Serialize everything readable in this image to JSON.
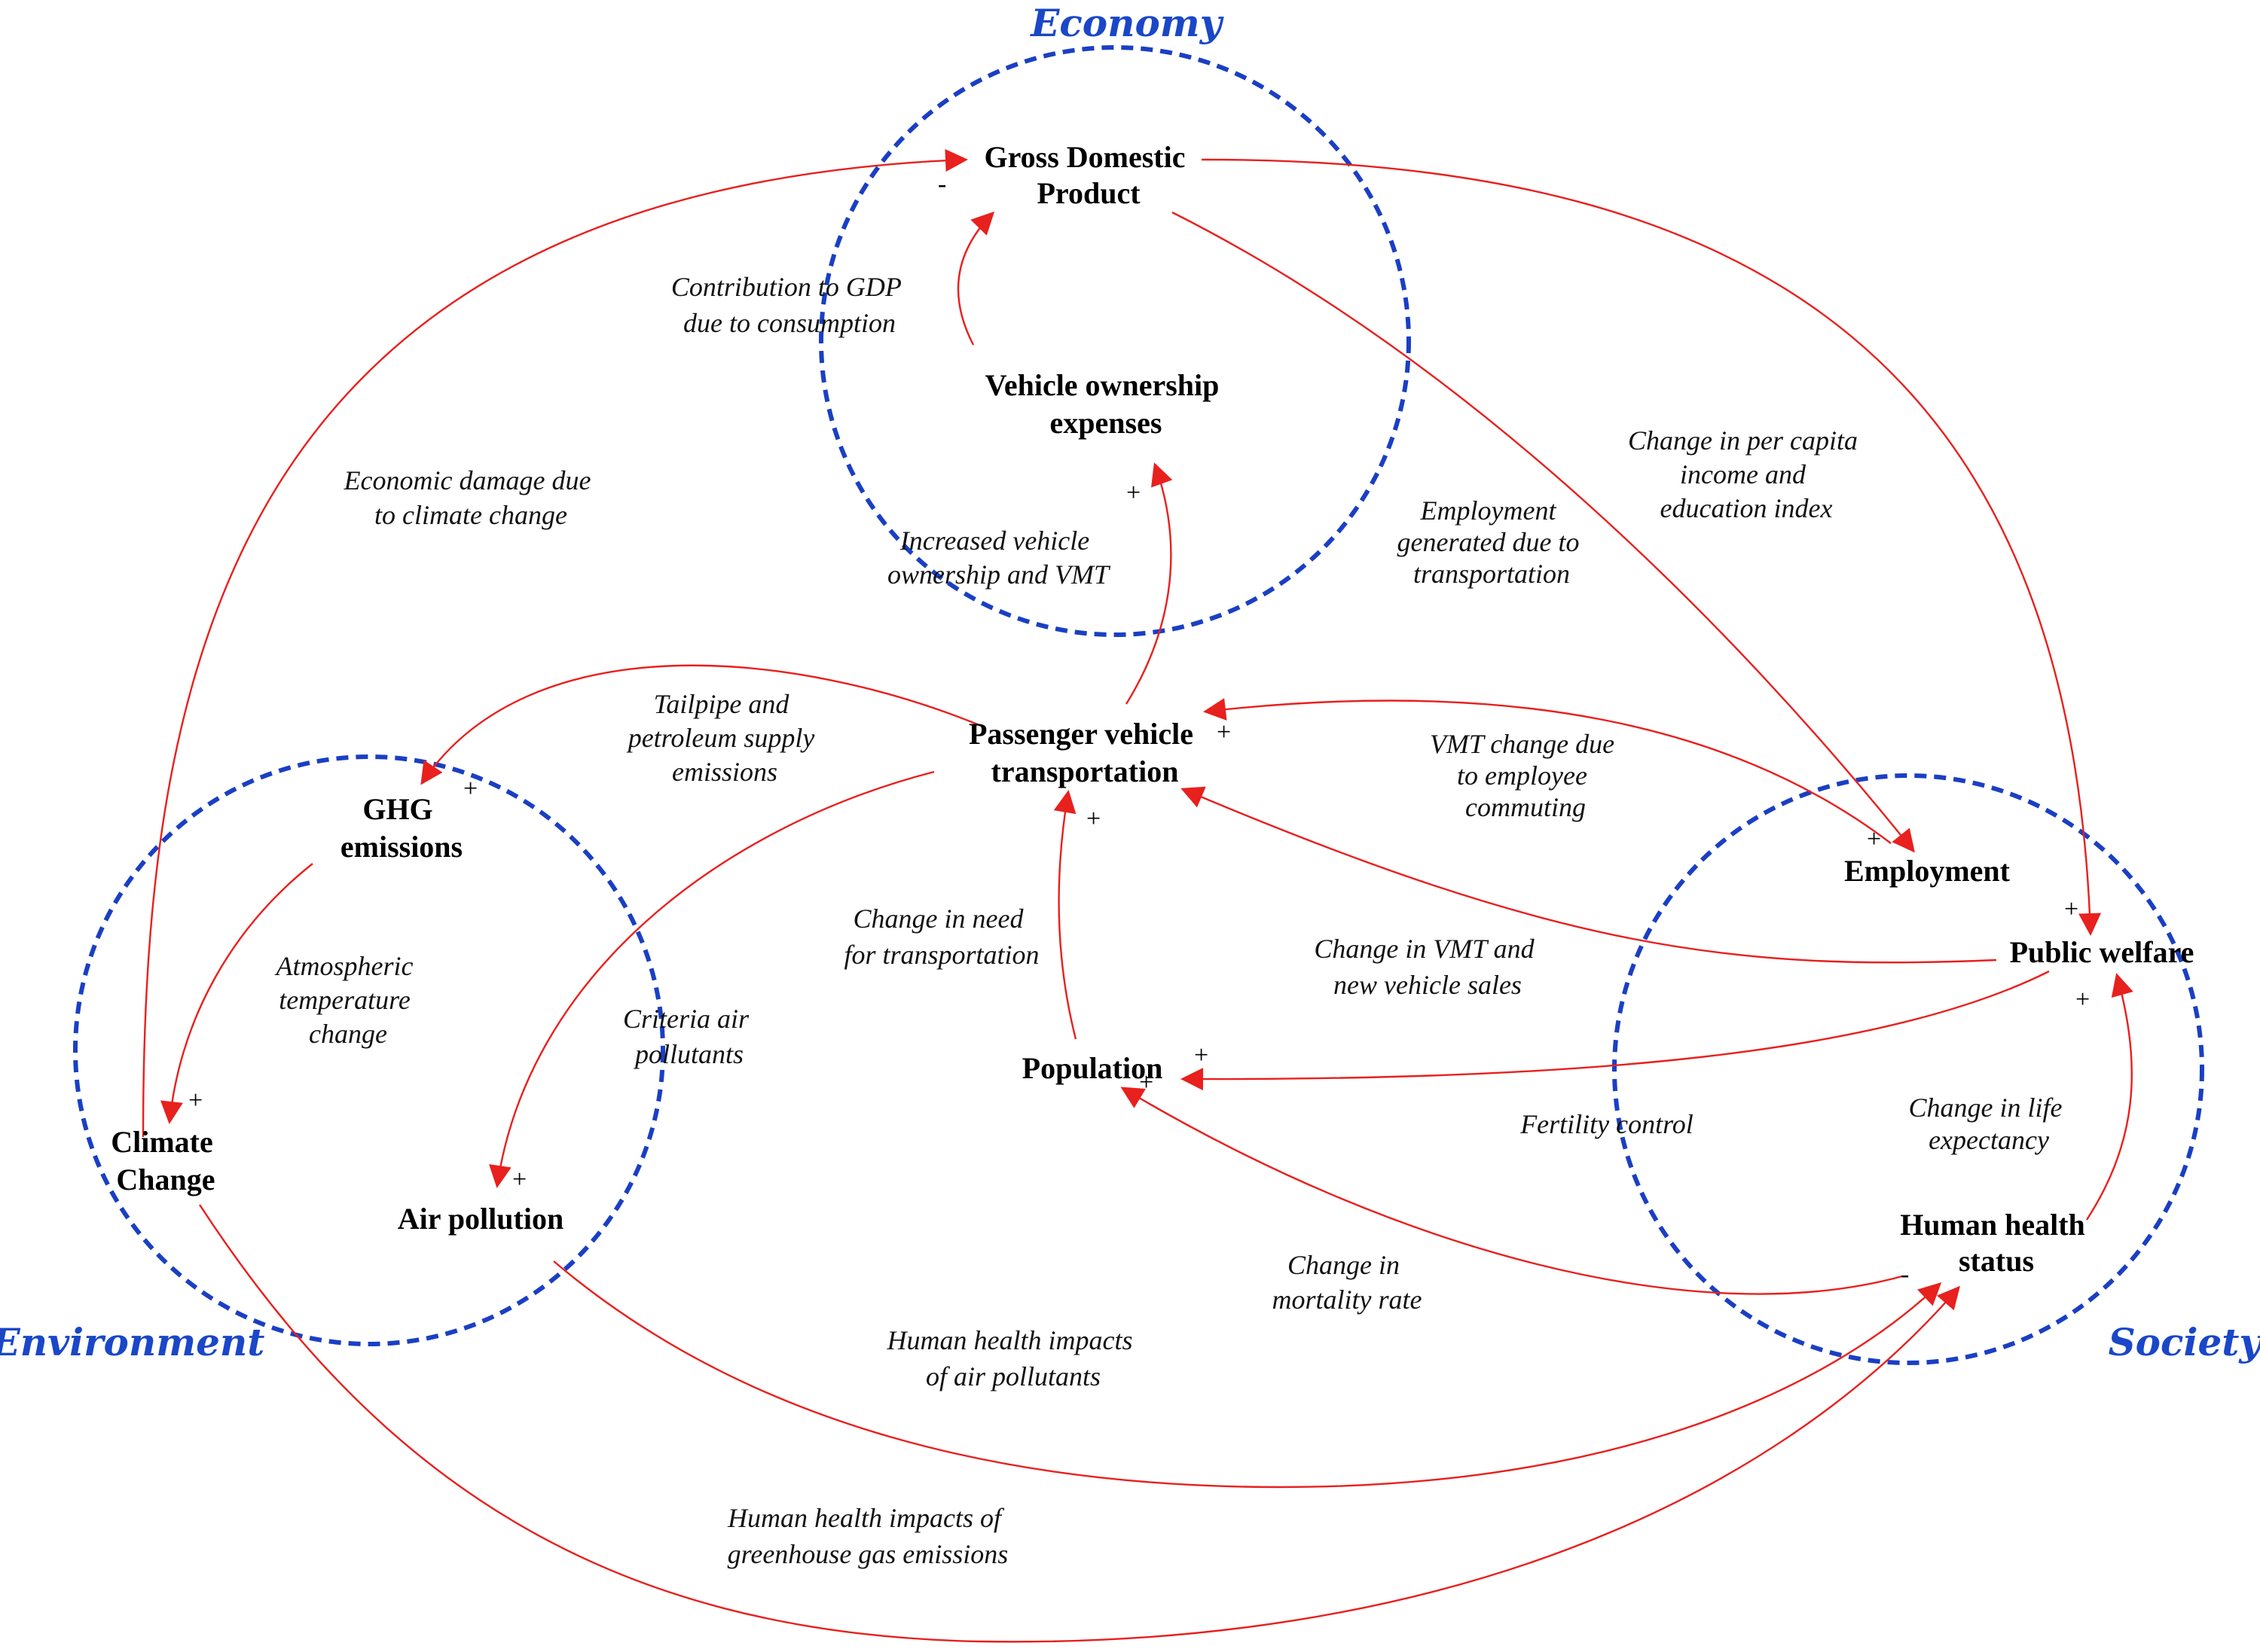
{
  "colors": {
    "domain_circle": "#1a3fc4",
    "domain_label": "#1a47c8",
    "arrow": "#e8201e",
    "text": "#000000"
  },
  "domains": {
    "economy": "Economy",
    "environment": "Environment",
    "society": "Society"
  },
  "nodes": {
    "gdp": [
      "Gross Domestic",
      "Product"
    ],
    "vehicle_expenses": [
      "Vehicle ownership",
      "expenses"
    ],
    "passenger_transport": [
      "Passenger vehicle",
      "transportation"
    ],
    "ghg": [
      "GHG",
      "emissions"
    ],
    "climate_change": [
      "Climate",
      "Change"
    ],
    "air_pollution": [
      "Air pollution"
    ],
    "population": [
      "Population"
    ],
    "employment": [
      "Employment"
    ],
    "public_welfare": [
      "Public welfare"
    ],
    "human_health": [
      "Human health",
      "status"
    ]
  },
  "links": {
    "contribution_gdp": [
      "Contribution to GDP",
      "due to consumption"
    ],
    "economic_damage": [
      "Economic damage due",
      "to climate change"
    ],
    "per_capita_income": [
      "Change in per capita",
      "income and",
      "education index"
    ],
    "employment_generated": [
      "Employment",
      "generated due to",
      "transportation"
    ],
    "increased_vmt": [
      "Increased vehicle",
      "ownership and VMT"
    ],
    "tailpipe": [
      "Tailpipe and",
      "petroleum supply",
      "emissions"
    ],
    "vmt_commuting": [
      "VMT change due",
      "to employee",
      "commuting"
    ],
    "atmospheric_temp": [
      "Atmospheric",
      "temperature",
      "change"
    ],
    "criteria_air": [
      "Criteria air",
      "pollutants"
    ],
    "need_transport": [
      "Change in need",
      "for transportation"
    ],
    "vmt_sales": [
      "Change in VMT and",
      "new vehicle sales"
    ],
    "fertility": [
      "Fertility control"
    ],
    "life_expectancy": [
      "Change in life",
      "expectancy"
    ],
    "mortality": [
      "Change in",
      "mortality rate"
    ],
    "health_air": [
      "Human health impacts",
      "of air pollutants"
    ],
    "health_ghg": [
      "Human health impacts of",
      "greenhouse gas emissions"
    ]
  },
  "signs": {
    "gdp_minus": "-",
    "expenses_plus": "+",
    "transport_plus_top": "+",
    "transport_plus_bottom": "+",
    "ghg_plus": "+",
    "climate_plus": "+",
    "air_plus": "+",
    "population_plus_right": "+",
    "population_plus_left": "+",
    "employment_plus": "+",
    "welfare_plus_top": "+",
    "welfare_plus_bottom": "+",
    "health_minus": "-"
  }
}
